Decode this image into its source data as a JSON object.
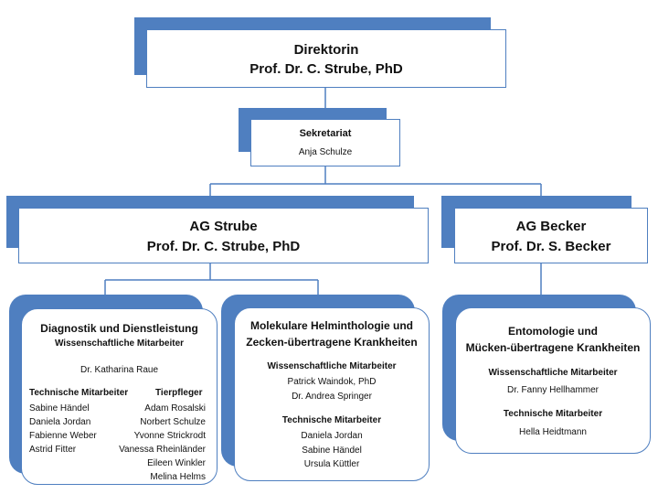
{
  "colors": {
    "accent": "#4f7fc0",
    "line": "#4f7fc0"
  },
  "director": {
    "title": "Direktorin",
    "name": "Prof. Dr. C. Strube, PhD"
  },
  "secretariat": {
    "title": "Sekretariat",
    "name": "Anja Schulze"
  },
  "groups": [
    {
      "title": "AG Strube",
      "leader": "Prof. Dr. C. Strube, PhD"
    },
    {
      "title": "AG Becker",
      "leader": "Prof. Dr. S. Becker"
    }
  ],
  "units": {
    "diagnostik": {
      "title": "Diagnostik und Dienstleistung",
      "sci_heading": "Wissenschaftliche Mitarbeiter",
      "sci_staff": [
        "Dr. Katharina Raue"
      ],
      "tech_heading": "Technische Mitarbeiter",
      "tech_staff": [
        "Sabine Händel",
        "Daniela Jordan",
        "Fabienne Weber",
        "Astrid Fitter"
      ],
      "keeper_heading": "Tierpfleger",
      "keepers": [
        "Adam Rosalski",
        "Norbert Schulze",
        "Yvonne Strickrodt",
        "Vanessa Rheinländer",
        "Eileen Winkler",
        "Melina Helms"
      ]
    },
    "helminth": {
      "title_line1": "Molekulare Helminthologie und",
      "title_line2": "Zecken-übertragene Krankheiten",
      "sci_heading": "Wissenschaftliche Mitarbeiter",
      "sci_staff": [
        "Patrick Waindok, PhD",
        "Dr. Andrea Springer"
      ],
      "tech_heading": "Technische Mitarbeiter",
      "tech_staff": [
        "Daniela Jordan",
        "Sabine Händel",
        "Ursula Küttler"
      ]
    },
    "entomologie": {
      "title_line1": "Entomologie und",
      "title_line2": "Mücken-übertragene Krankheiten",
      "sci_heading": "Wissenschaftliche Mitarbeiter",
      "sci_staff": [
        "Dr. Fanny Hellhammer"
      ],
      "tech_heading": "Technische Mitarbeiter",
      "tech_staff": [
        "Hella Heidtmann"
      ]
    }
  }
}
